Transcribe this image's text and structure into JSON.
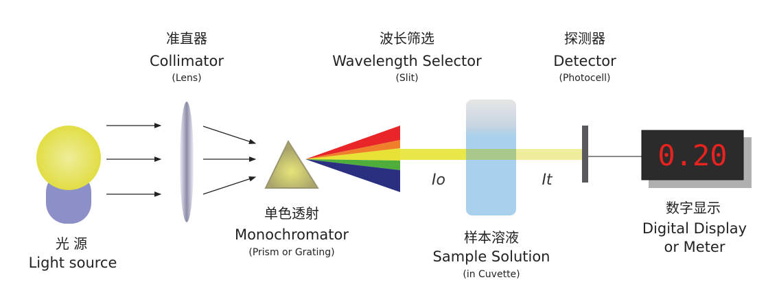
{
  "light_source": {
    "cn": "光 源",
    "en": "Light source"
  },
  "collimator": {
    "cn": "准直器",
    "en": "Collimator",
    "note": "(Lens)"
  },
  "monochromator": {
    "cn": "单色透射",
    "en": "Monochromator",
    "note": "(Prism or Grating)"
  },
  "wavelength_selector": {
    "cn": "波长筛选",
    "en": "Wavelength Selector",
    "note": "(Slit)"
  },
  "sample": {
    "cn": "样本溶液",
    "en": "Sample Solution",
    "note": "(in Cuvette)"
  },
  "detector": {
    "cn": "探测器",
    "en": "Detector",
    "note": "(Photocell)"
  },
  "display": {
    "cn": "数字显示",
    "en_line1": "Digital Display",
    "en_line2": "or Meter",
    "reading": "0.20"
  },
  "beam": {
    "incident": "Io",
    "transmitted": "It"
  },
  "colors": {
    "lamp": "#e6e04a",
    "lamp_base": "#8c8fc8",
    "beam": "#e8e84a",
    "display_text": "#e8231f",
    "cuvette": "#a9d0ec"
  }
}
